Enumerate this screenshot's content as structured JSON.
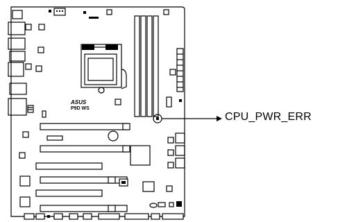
{
  "board": {
    "brand_logo": "ASUS",
    "model": "P9D WS"
  },
  "callout": {
    "label": "CPU_PWR_ERR"
  },
  "icons": {
    "led_marker": "led-indicator-icon",
    "arrow": "arrow-right-icon"
  }
}
